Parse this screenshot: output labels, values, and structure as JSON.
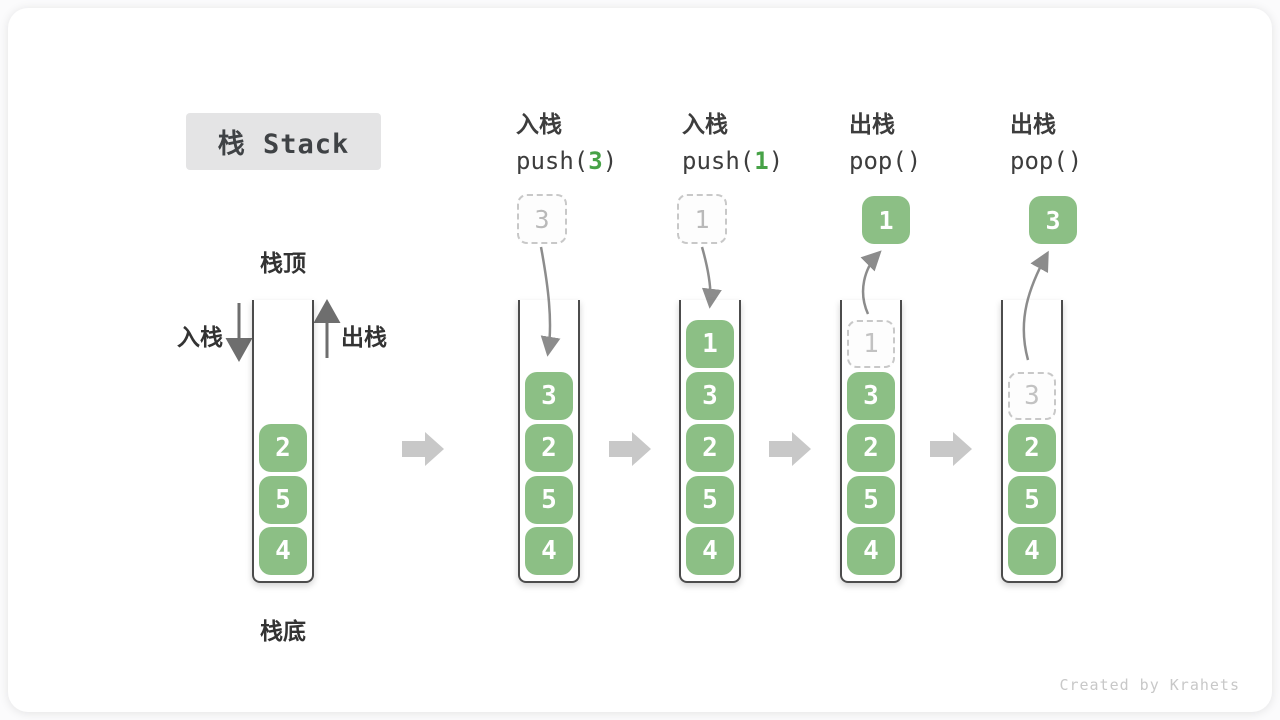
{
  "page": {
    "title": "栈 Stack",
    "watermark": "Created by Krahets"
  },
  "colors": {
    "green_box": "#8CBF85",
    "green_text": "#47A247",
    "block_arrow": "#C8C8C8",
    "curve_arrow": "#8C8C8C",
    "straight_arrow": "#6E6E6E",
    "container_border": "#4C4C4C",
    "dashed_border": "#C8C8C8",
    "title_bg": "#E4E4E5"
  },
  "legend": {
    "stack_top": "栈顶",
    "stack_bottom": "栈底",
    "push_label": "入栈",
    "pop_label": "出栈"
  },
  "operations": [
    {
      "name": "入栈",
      "code_prefix": "push(",
      "code_arg": "3",
      "code_suffix": ")"
    },
    {
      "name": "入栈",
      "code_prefix": "push(",
      "code_arg": "1",
      "code_suffix": ")"
    },
    {
      "name": "出栈",
      "code_prefix": "pop(",
      "code_arg": "",
      "code_suffix": ")"
    },
    {
      "name": "出栈",
      "code_prefix": "pop(",
      "code_arg": "",
      "code_suffix": ")"
    }
  ],
  "stacks": [
    {
      "name": "initial",
      "items": [
        {
          "value": "2",
          "style": "solid"
        },
        {
          "value": "5",
          "style": "solid"
        },
        {
          "value": "4",
          "style": "solid"
        }
      ]
    },
    {
      "name": "after-push-3",
      "floating": {
        "value": "3",
        "style": "dashed"
      },
      "items": [
        {
          "value": "3",
          "style": "solid"
        },
        {
          "value": "2",
          "style": "solid"
        },
        {
          "value": "5",
          "style": "solid"
        },
        {
          "value": "4",
          "style": "solid"
        }
      ]
    },
    {
      "name": "after-push-1",
      "floating": {
        "value": "1",
        "style": "dashed"
      },
      "items": [
        {
          "value": "1",
          "style": "solid"
        },
        {
          "value": "3",
          "style": "solid"
        },
        {
          "value": "2",
          "style": "solid"
        },
        {
          "value": "5",
          "style": "solid"
        },
        {
          "value": "4",
          "style": "solid"
        }
      ]
    },
    {
      "name": "after-pop-1",
      "floating": {
        "value": "1",
        "style": "solid"
      },
      "items": [
        {
          "value": "1",
          "style": "dashed"
        },
        {
          "value": "3",
          "style": "solid"
        },
        {
          "value": "2",
          "style": "solid"
        },
        {
          "value": "5",
          "style": "solid"
        },
        {
          "value": "4",
          "style": "solid"
        }
      ]
    },
    {
      "name": "after-pop-3",
      "floating": {
        "value": "3",
        "style": "solid"
      },
      "items": [
        {
          "value": "3",
          "style": "dashed"
        },
        {
          "value": "2",
          "style": "solid"
        },
        {
          "value": "5",
          "style": "solid"
        },
        {
          "value": "4",
          "style": "solid"
        }
      ]
    }
  ]
}
